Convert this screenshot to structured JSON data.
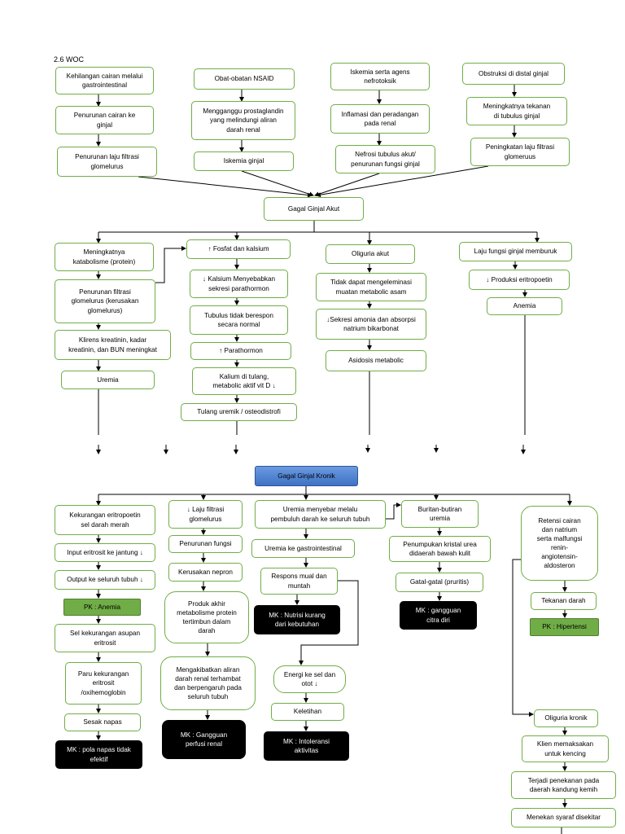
{
  "title": "2.6 WOC",
  "colors": {
    "box_border": "#70ad47",
    "pk_fill": "#70ad47",
    "mk_fill": "#000000",
    "ggk_fill": "#4472c4"
  },
  "top": {
    "c1": [
      "Kehilangan cairan melalui\ngastrointestinal",
      "Penurunan cairan ke\nginjal",
      "Penurunan laju filtrasi\nglomelurus"
    ],
    "c2": [
      "Obat-obatan NSAID",
      "Mengganggu prostaglandin\nyang melindungi aliran\ndarah renal",
      "Iskemia ginjal"
    ],
    "c3": [
      "Iskemia serta agens\nnefrotoksik",
      "Inflamasi dan peradangan\npada renal",
      "Nefrosi tubulus akut/\npenurunan  fungsi ginjal"
    ],
    "c4": [
      "Obstruksi di distal ginjal",
      "Meningkatnya tekanan\ndi tubulus ginjal",
      "Peningkatan laju filtrasi\nglomeruus"
    ]
  },
  "ggak": "Gagal Ginjal Akut",
  "mid": {
    "c1": [
      "Meningkatnya\nkatabolisme (protein)",
      "Penurunan filtrasi\nglomelurus (kerusakan\nglomelurus)",
      "Klirens kreatinin, kadar\nkreatinin, dan BUN meningkat",
      "Uremia"
    ],
    "c2": [
      "↑  Fosfat dan kalsium",
      "↓  Kalsium Menyebabkan\nsekresi parathormon",
      "Tubulus tidak berespon\nsecara normal",
      "↑   Parathormon",
      "Kalium di tulang,\nmetabolic aktif vit D  ↓",
      "Tulang uremik / osteodistrofi"
    ],
    "c3": [
      "Oliguria akut",
      "Tidak dapat mengeleminasi\nmuatan metabolic asam",
      "↓Sekresi amonia dan absorpsi\nnatrium bikarbonat",
      "Asidosis metabolic"
    ],
    "c4": [
      "Laju fungsi ginjal memburuk",
      "↓  Produksi eritropoetin",
      "Anemia"
    ]
  },
  "ggk": "Gagal Ginjal Kronik",
  "bottom": {
    "c1": [
      "Kekurangan eritropoetin\nsel darah merah",
      "Input eritrosit ke jantung ↓",
      "Output ke seluruh tubuh ↓",
      "PK : Anemia",
      "Sel kekurangan asupan\neritrosit",
      "Paru kekurangan\neritrosit\n/oxihemoglobin",
      "Sesak napas",
      "MK : pola napas tidak\nefektif"
    ],
    "c2": [
      "↓  Laju filtrasi\nglomelurus",
      "Penurunan fungsi",
      "Kerusakan nepron",
      "Produk akhir\nmetabolisme protein\ntertimbun dalam\ndarah",
      "Mengakibatkan aliran\ndarah renal terhambat\ndan berpengaruh pada\nseluruh tubuh",
      "MK : Gangguan\nperfusi renal"
    ],
    "c3": [
      "Uremia menyebar melalu\npembuluh darah ke seluruh tubuh",
      "Uremia ke gastrointestinal",
      "Respons mual dan\nmuntah",
      "MK : Nutrisi kurang\ndari kebutuhan",
      "Energi ke sel dan\notot  ↓",
      "Keletihan",
      "MK : Intoleransi\naktivitas"
    ],
    "c4": [
      "Buritan-butiran\nuremia",
      "Penumpukan kristal urea\ndidaerah bawah kulit",
      "Gatal-gatal (pruritis)",
      "MK : gangguan\ncitra diri"
    ],
    "c5": [
      "Retensi cairan\ndan natrium\nserta malfungsi\nrenin-\nangiotensin-\naldosteron",
      "Tekanan darah",
      "PK : Hipertensi",
      "Oliguria kronik",
      "Klien memaksakan\nuntuk kencing",
      "Terjadi penekanan pada\ndaerah kandung kemih",
      "Menekan syaraf disekitar"
    ]
  }
}
